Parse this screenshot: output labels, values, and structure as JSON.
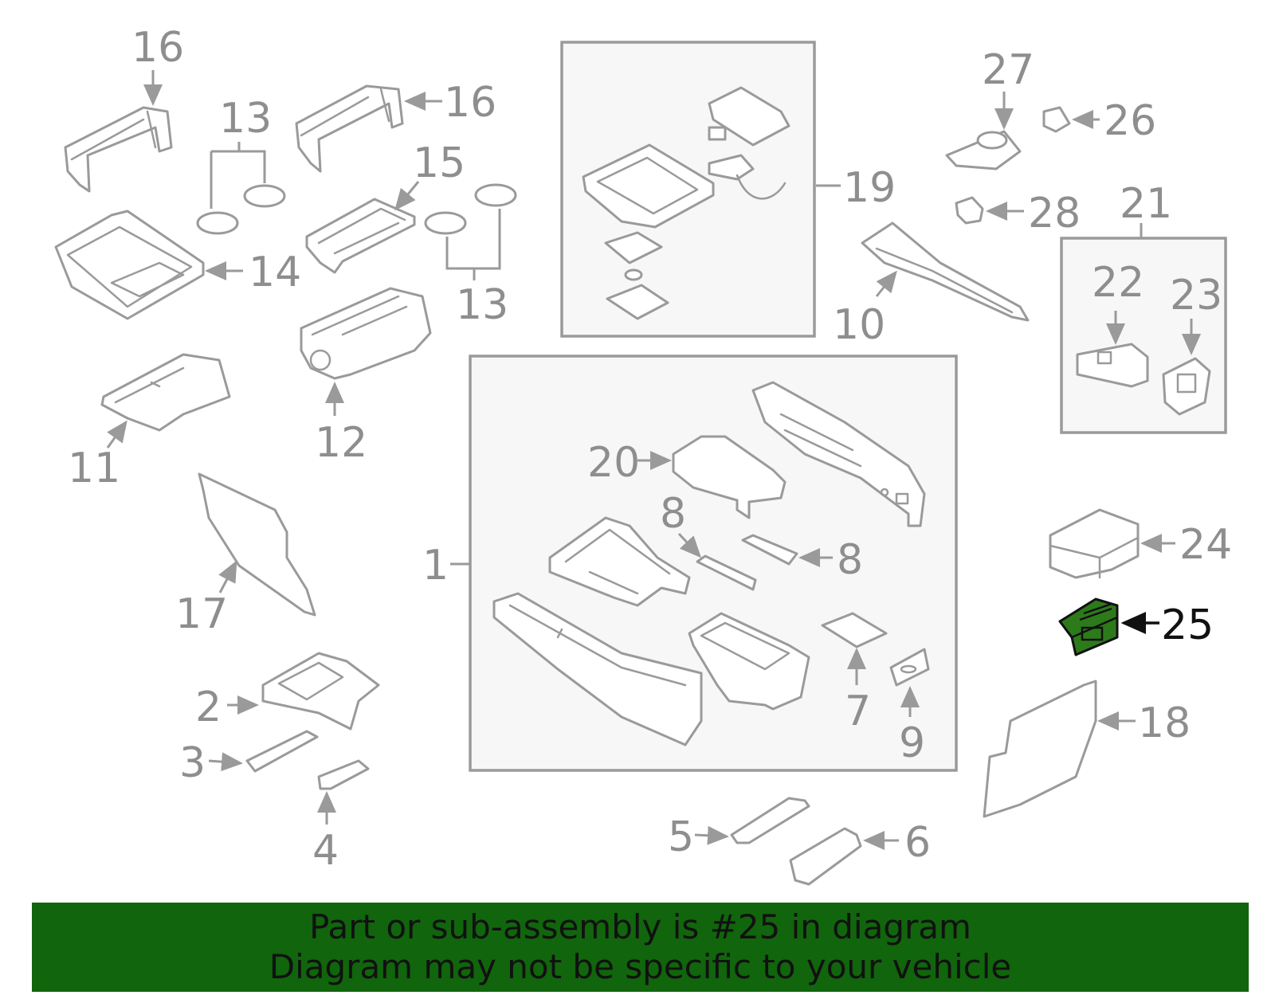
{
  "diagram": {
    "callouts": {
      "c1": "1",
      "c2": "2",
      "c3": "3",
      "c4": "4",
      "c5": "5",
      "c6": "6",
      "c7": "7",
      "c8a": "8",
      "c8b": "8",
      "c9": "9",
      "c10": "10",
      "c11": "11",
      "c12": "12",
      "c13a": "13",
      "c13b": "13",
      "c14": "14",
      "c15": "15",
      "c16a": "16",
      "c16b": "16",
      "c17": "17",
      "c18": "18",
      "c19": "19",
      "c20": "20",
      "c21": "21",
      "c22": "22",
      "c23": "23",
      "c24": "24",
      "c25": "25",
      "c26": "26",
      "c27": "27",
      "c28": "28"
    },
    "highlighted_part": "25",
    "highlight_color": "#2d7a1a"
  },
  "banner": {
    "line1": "Part or sub-assembly is #25 in diagram",
    "line2": "Diagram may not be specific to your vehicle",
    "background_color": "#11650c"
  }
}
